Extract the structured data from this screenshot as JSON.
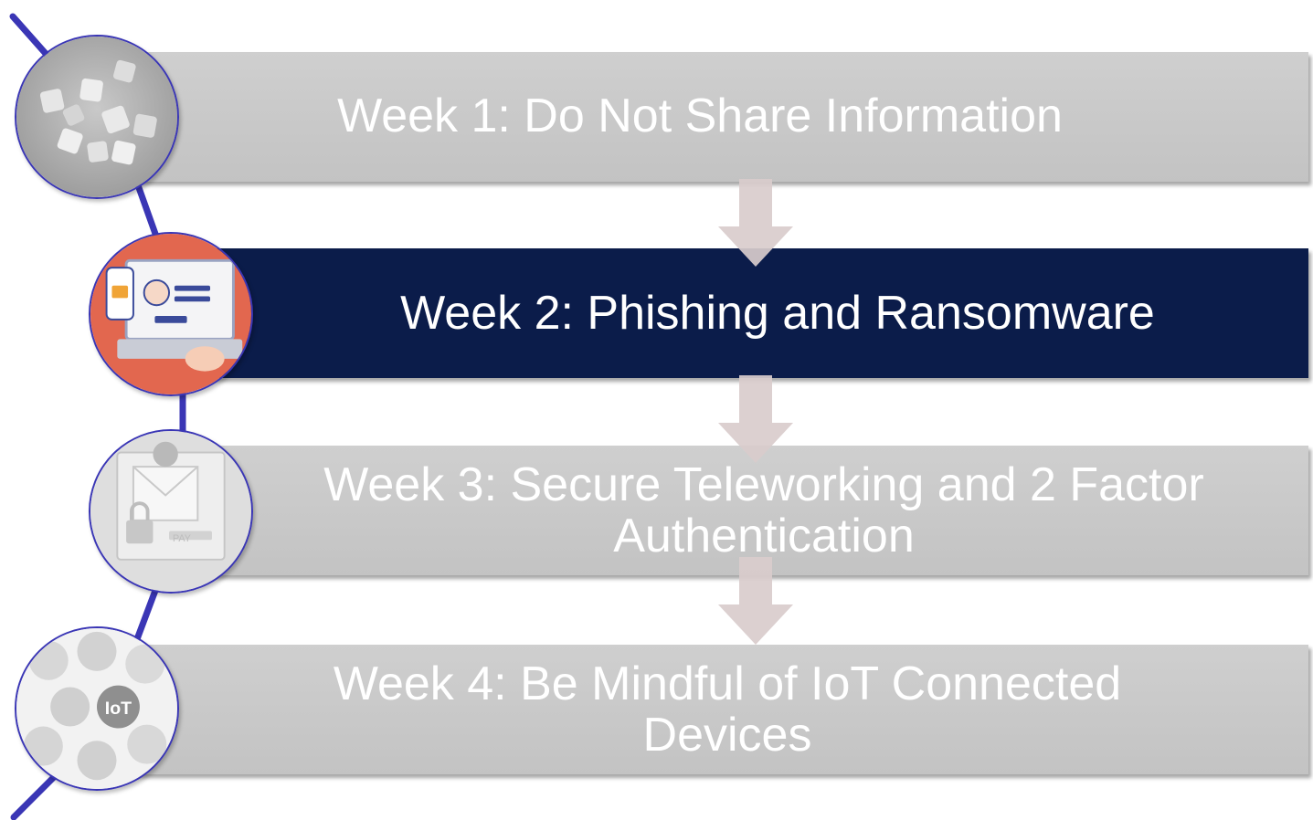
{
  "steps": [
    {
      "label": "Week 1: Do Not Share Information",
      "state": "inactive",
      "icon": "social-media-icons"
    },
    {
      "label": "Week 2: Phishing and Ransomware",
      "state": "active",
      "icon": "phishing-login-icon"
    },
    {
      "label": "Week 3: Secure Teleworking and 2 Factor Authentication",
      "state": "inactive",
      "icon": "ransomware-lock-icon"
    },
    {
      "label": "Week 4: Be Mindful of IoT Connected Devices",
      "state": "inactive",
      "icon": "iot-devices-icon"
    }
  ],
  "icon_text": {
    "iot": "IoT",
    "pay": "PAY"
  },
  "colors": {
    "active_bar": "#0b1c4a",
    "inactive_bar": "#c8c8c8",
    "timeline": "#3a36b5",
    "arrow": "#d9cccc",
    "text": "#ffffff"
  }
}
